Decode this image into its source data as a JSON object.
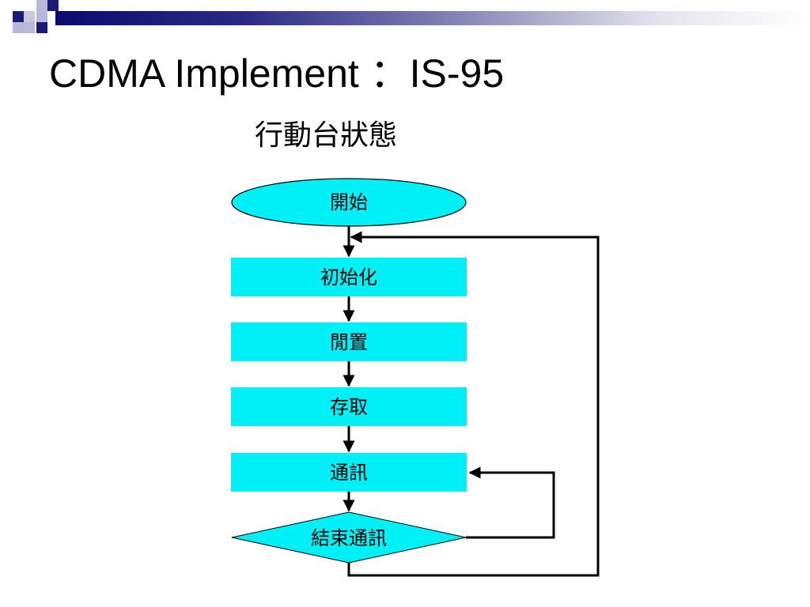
{
  "slide": {
    "title": "CDMA Implement ：IS-95",
    "subtitle": "行動台狀態"
  },
  "diagram": {
    "nodes": [
      {
        "id": "start",
        "shape": "ellipse",
        "label": "開始"
      },
      {
        "id": "init",
        "shape": "rect",
        "label": "初始化"
      },
      {
        "id": "idle",
        "shape": "rect",
        "label": "閒置"
      },
      {
        "id": "access",
        "shape": "rect",
        "label": "存取"
      },
      {
        "id": "comm",
        "shape": "rect",
        "label": "通訊"
      },
      {
        "id": "end",
        "shape": "diamond",
        "label": "結束通訊"
      }
    ],
    "edges": [
      {
        "from": "start",
        "to": "init"
      },
      {
        "from": "init",
        "to": "idle"
      },
      {
        "from": "idle",
        "to": "access"
      },
      {
        "from": "access",
        "to": "comm"
      },
      {
        "from": "comm",
        "to": "end"
      },
      {
        "from": "end",
        "to": "comm"
      },
      {
        "from": "end",
        "to": "init"
      }
    ],
    "colors": {
      "node_fill": "#00f0f8",
      "node_stroke": "#000000",
      "edge": "#000000"
    }
  },
  "decoration": {
    "colors": {
      "dark": "#1a1a7a",
      "light": "#b8b8d8",
      "bar_start": "#0a0a6e",
      "bar_end": "#ffffff"
    }
  }
}
